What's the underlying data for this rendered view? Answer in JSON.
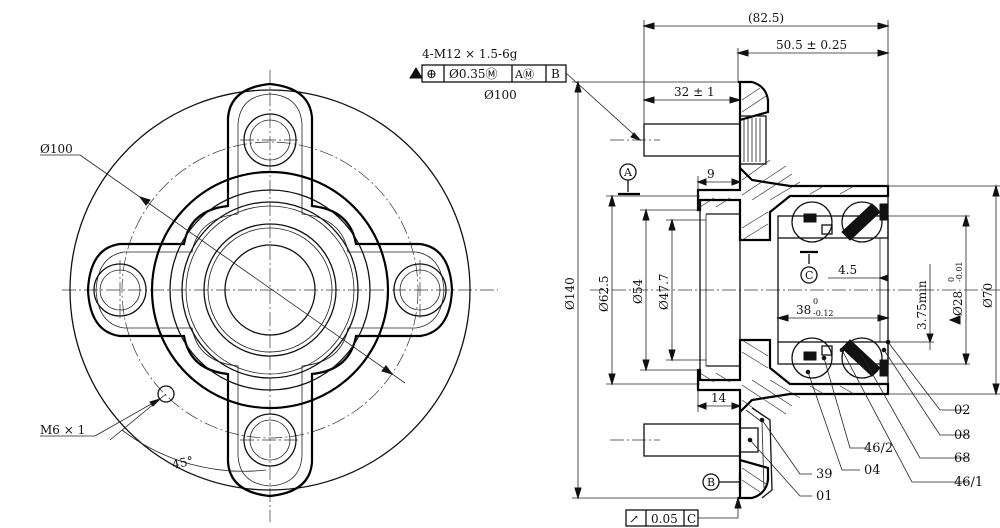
{
  "front_view": {
    "dia_pcd": "Ø100",
    "m6_label": "M6 × 1",
    "angle_45": "45°"
  },
  "tolerance_frame": {
    "thread_spec": "4-M12 × 1.5-6g",
    "position_symbol": "⊕",
    "tolerance": "Ø0.35Ⓜ",
    "datum_a": "AⓂ",
    "datum_b": "B",
    "below": "Ø100"
  },
  "section_view": {
    "dim_overall": "(82.5)",
    "dim_flange": "50.5 ± 0.25",
    "dim_stud": "32 ± 1",
    "dim_9": "9",
    "dim_14": "14",
    "dim_4_5": "4.5",
    "dim_38": "38",
    "dim_38_tol_up": "0",
    "dim_38_tol_dn": "-0.12",
    "dim_3_75": "3.75min",
    "dim_d28": "Ø28",
    "dim_d28_tol_up": "0",
    "dim_d28_tol_dn": "-0.01",
    "dim_d70": "Ø70",
    "dim_d140": "Ø140",
    "dim_d62_5": "Ø62.5",
    "dim_d54": "Ø54",
    "dim_d47_7": "Ø47.7",
    "datum_a": "A",
    "datum_b": "B",
    "datum_c": "C",
    "runout_symbol": "↗",
    "runout_value": "0.05",
    "runout_datum": "C"
  },
  "callouts": [
    "02",
    "08",
    "68",
    "46/1",
    "46/2",
    "04",
    "39",
    "01"
  ]
}
